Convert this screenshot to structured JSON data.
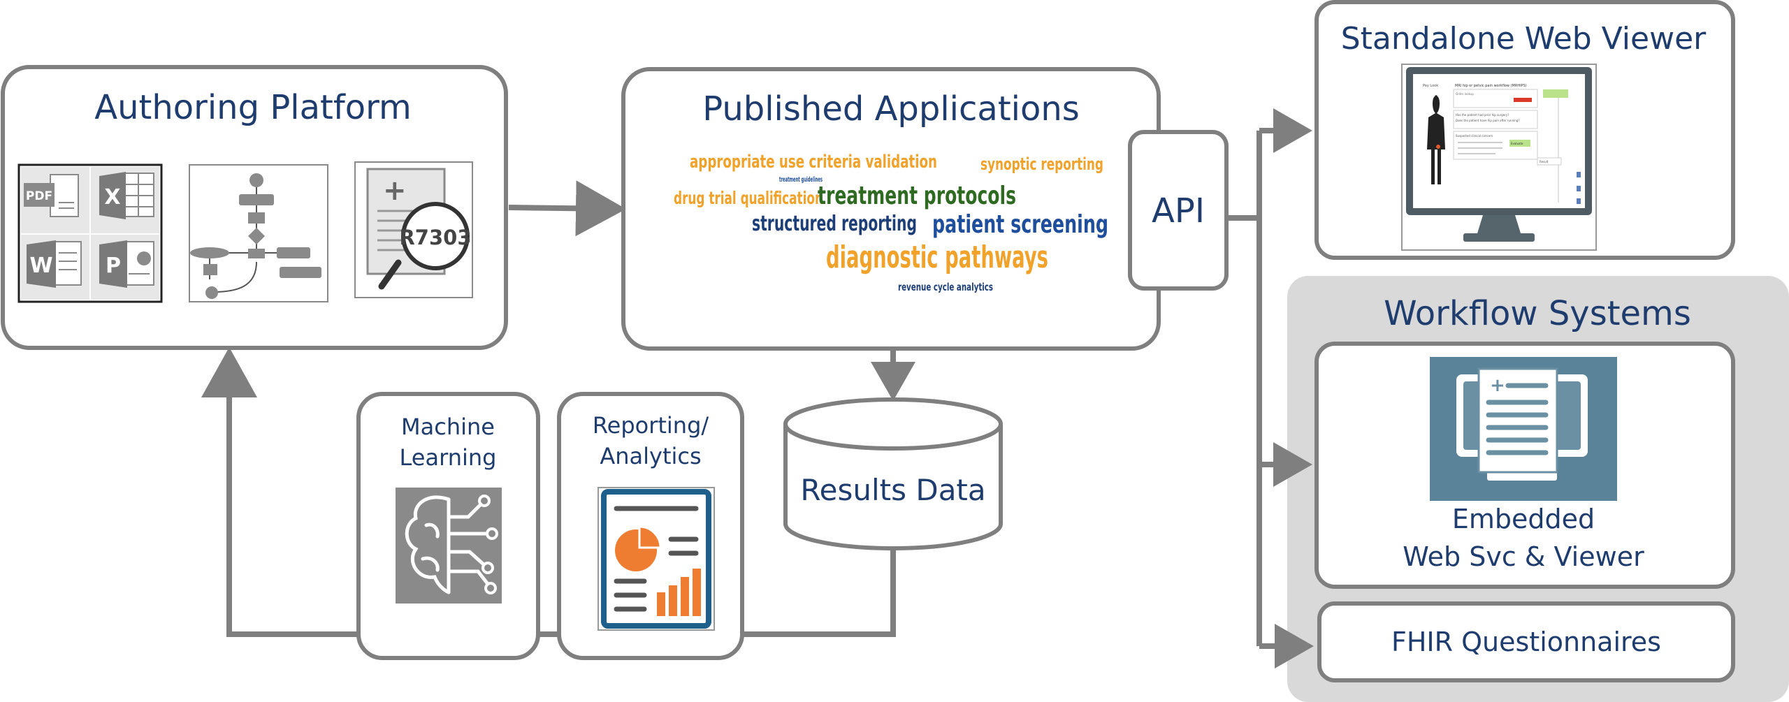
{
  "authoring": {
    "title": "Authoring Platform"
  },
  "published": {
    "title": "Published Applications",
    "word_cloud": [
      {
        "text": "appropriate use criteria validation",
        "color": "#f0a22a"
      },
      {
        "text": "synoptic reporting",
        "color": "#f0a22a"
      },
      {
        "text": "treatment guidelines",
        "color": "#1f4f9c"
      },
      {
        "text": "drug trial qualification",
        "color": "#f0a22a"
      },
      {
        "text": "treatment protocols",
        "color": "#2f6a22"
      },
      {
        "text": "structured reporting",
        "color": "#1d3e76"
      },
      {
        "text": "patient screening",
        "color": "#1f4f9c"
      },
      {
        "text": "diagnostic pathways",
        "color": "#f0a22a"
      },
      {
        "text": "revenue cycle analytics",
        "color": "#1d3e76"
      }
    ]
  },
  "api": {
    "label": "API"
  },
  "results": {
    "label": "Results Data"
  },
  "ml": {
    "line1": "Machine",
    "line2": "Learning"
  },
  "reporting": {
    "line1": "Reporting/",
    "line2": "Analytics"
  },
  "standalone": {
    "title": "Standalone Web Viewer",
    "screen_texts": [
      "Pay Look",
      "MRI hip or pelvic pain workflow (MRHIPS)",
      "Order lookup",
      "Has the patient had prior hip surgery?",
      "Does the patient have hip pain after running?",
      "Suspected clinical concern",
      "Evaluate",
      "Result"
    ]
  },
  "workflow": {
    "title": "Workflow Systems",
    "embedded_line1": "Embedded",
    "embedded_line2": "Web Svc & Viewer",
    "fhir": "FHIR Questionnaires"
  },
  "icons": {
    "pdf": "PDF",
    "excel": "X",
    "word": "W",
    "powerpoint": "P",
    "doc_code": "R7303"
  },
  "colors": {
    "title": "#1f3c6e",
    "border": "#7f7f7f",
    "arrow": "#7f7f7f",
    "orange": "#f0a22a",
    "green": "#2f6a22",
    "blue": "#1f4f9c",
    "panel": "#d9d9d9"
  }
}
